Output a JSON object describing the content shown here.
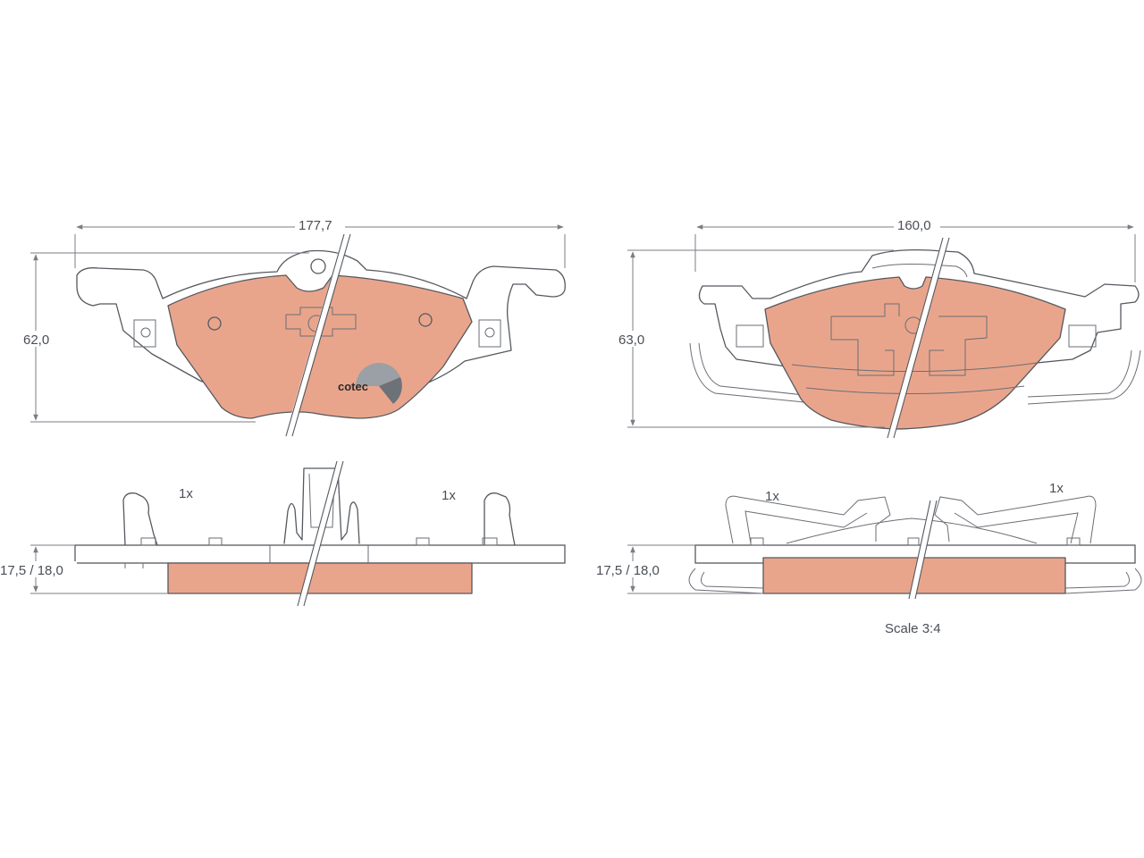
{
  "drawing": {
    "left_pad": {
      "width_label": "177,7",
      "height_label": "62,0",
      "thickness_label": "17,5 / 18,0",
      "clip_left_qty": "1x",
      "clip_right_qty": "1x",
      "logo_text": "cotec"
    },
    "right_pad": {
      "width_label": "160,0",
      "height_label": "63,0",
      "thickness_label": "17,5 / 18,0",
      "spring_left_qty": "1x",
      "spring_right_qty": "1x"
    },
    "scale_label": "Scale 3:4",
    "colors": {
      "friction_material": "#e9a58c",
      "line": "#55595f",
      "background": "#ffffff"
    }
  }
}
